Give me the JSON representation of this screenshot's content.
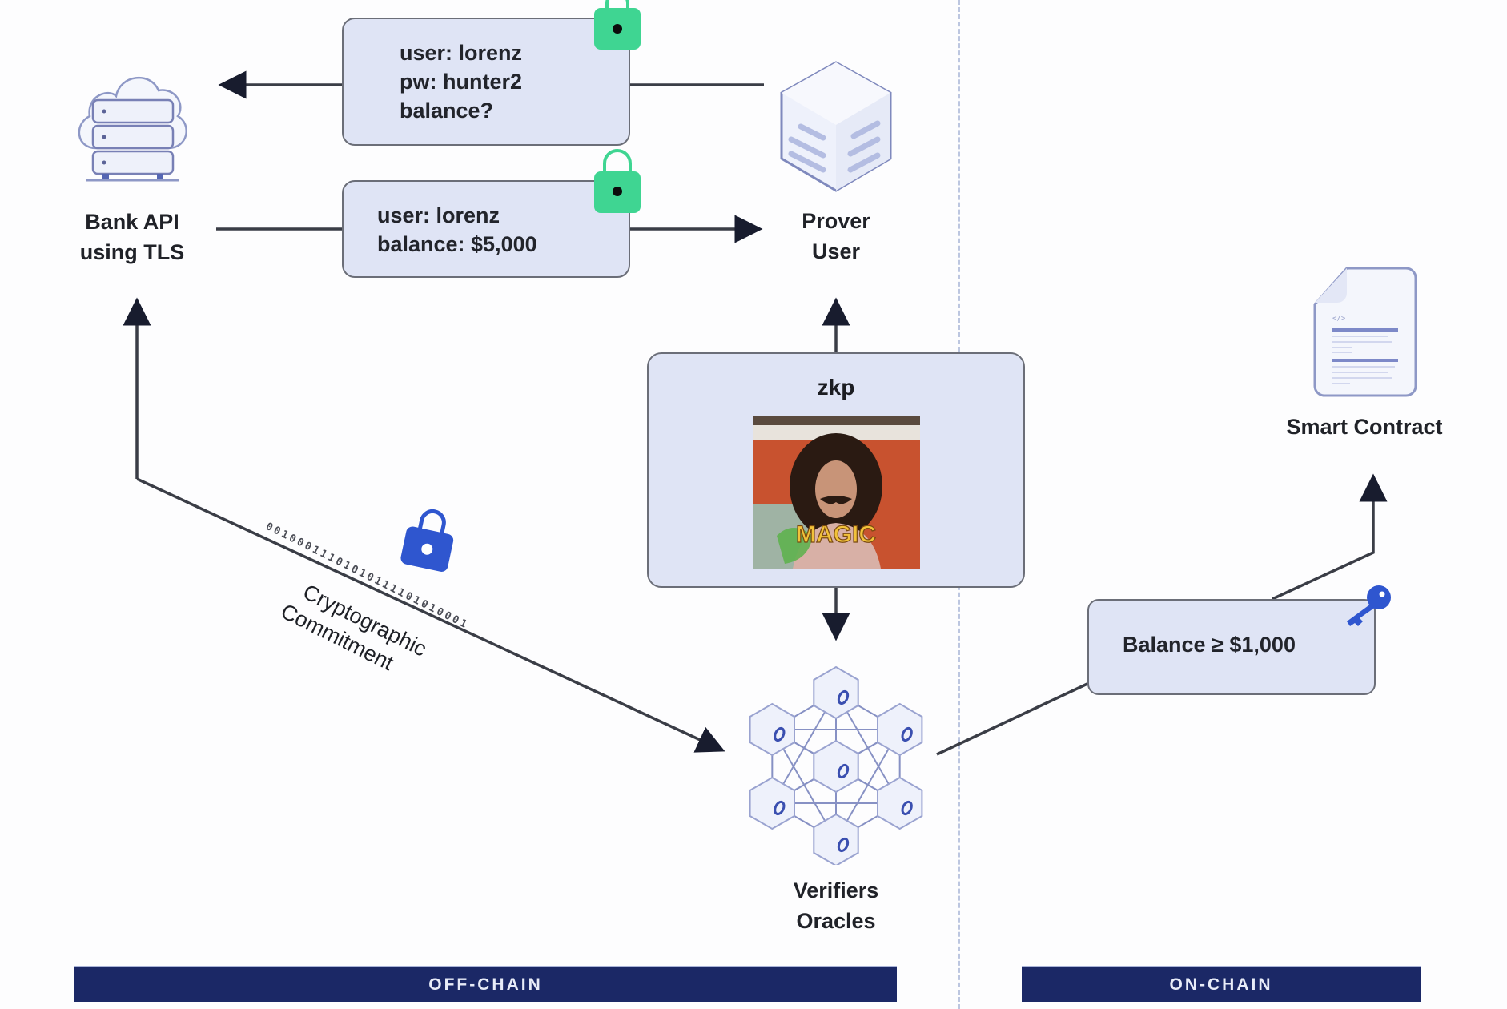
{
  "diagram": {
    "title": "zkTLS oracle flow",
    "nodes": {
      "bank": {
        "line1": "Bank API",
        "line2": "using TLS",
        "icon": "cloud-server-icon"
      },
      "prover": {
        "line1": "Prover",
        "line2": "User",
        "icon": "cube-icon"
      },
      "verifiers": {
        "line1": "Verifiers",
        "line2": "Oracles",
        "icon": "hex-network-icon"
      },
      "contract": {
        "label": "Smart Contract",
        "icon": "document-code-icon",
        "code_glyph": "</>"
      }
    },
    "messages": {
      "request": {
        "lines": [
          "user: lorenz",
          "pw: hunter2",
          "balance?"
        ],
        "lock_icon": "green-lock-icon"
      },
      "response": {
        "lines": [
          "user: lorenz",
          "balance: $5,000"
        ],
        "lock_icon": "green-lock-icon"
      }
    },
    "zkp": {
      "title": "zkp",
      "image_caption": "MAGIC"
    },
    "commitment": {
      "label_line1": "Cryptographic",
      "label_line2": "Commitment",
      "binary": "00100011101010111101010001",
      "icon": "blue-lock-icon"
    },
    "claim": {
      "text": "Balance ≥ $1,000",
      "icon": "blue-key-icon"
    },
    "zones": {
      "off_chain": "OFF-CHAIN",
      "on_chain": "ON-CHAIN"
    },
    "colors": {
      "box_fill": "#dfe4f5",
      "box_border": "#6b6e78",
      "arrow": "#181c2e",
      "lock_green": "#3fd592",
      "lock_blue": "#2f56cf",
      "band": "#1b2866",
      "divider": "#bcc6e0"
    }
  }
}
